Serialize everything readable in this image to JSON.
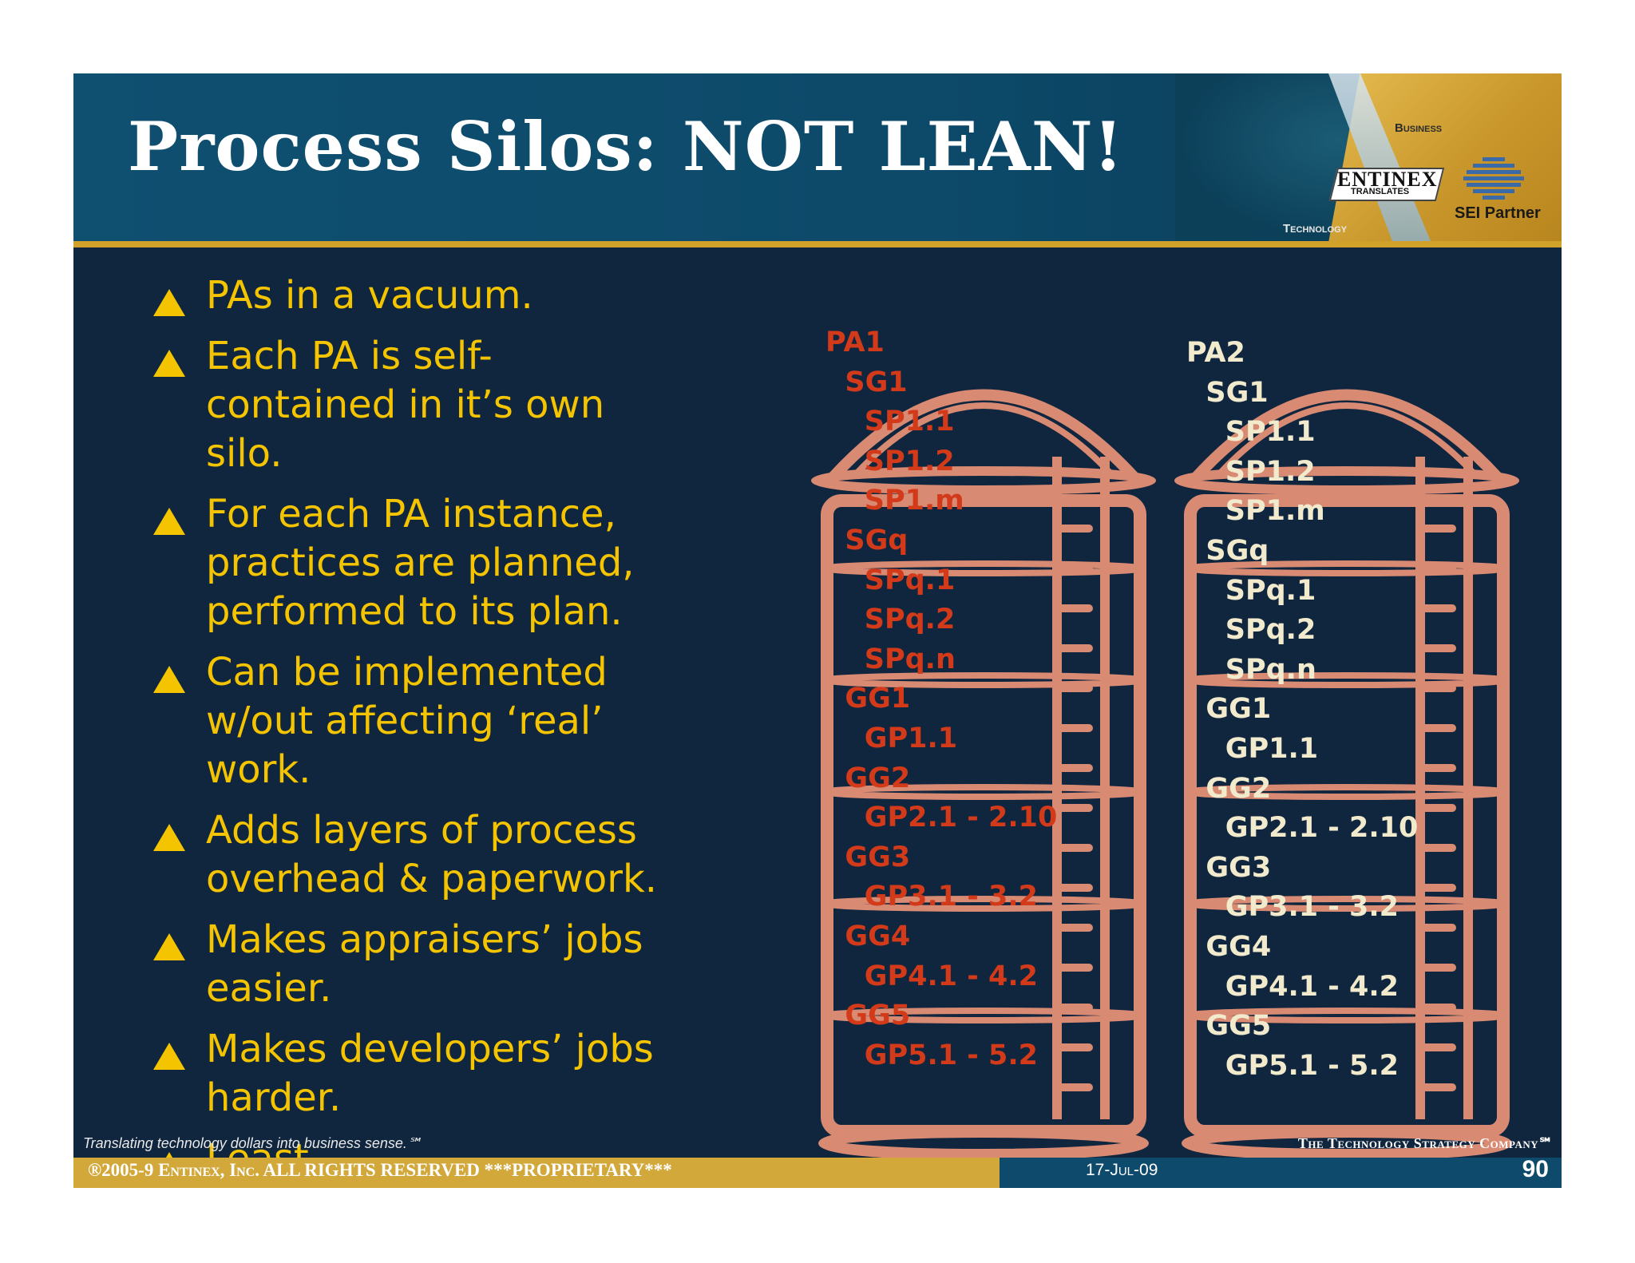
{
  "header": {
    "title": "Process Silos: NOT LEAN!",
    "logo": {
      "business_label": "Business",
      "technology_label": "Technology",
      "company_name": "ENTINEX",
      "company_sub": "TRANSLATES",
      "partner_label": "SEI Partner"
    }
  },
  "bullets": [
    "PAs in a vacuum.",
    "Each PA is self-contained in it’s own silo.",
    "For each PA instance, practices are planned, performed to its plan.",
    "Can be implemented w/out affecting ‘real’ work.",
    "Adds layers of process overhead & paperwork.",
    "Makes appraisers’ jobs easier.",
    "Makes developers’ jobs harder.",
    "Least “Institutionalization”"
  ],
  "silo1": {
    "lines": [
      "PA1",
      "  SG1",
      "    SP1.1",
      "    SP1.2",
      "    SP1.m",
      "  SGq",
      "    SPq.1",
      "    SPq.2",
      "    SPq.n",
      "  GG1",
      "    GP1.1",
      "  GG2",
      "    GP2.1 - 2.10",
      "  GG3",
      "    GP3.1 - 3.2",
      "  GG4",
      "    GP4.1 - 4.2",
      "  GG5",
      "    GP5.1 - 5.2"
    ],
    "color": "#d23a1a"
  },
  "silo2": {
    "lines": [
      "PA2",
      "  SG1",
      "    SP1.1",
      "    SP1.2",
      "    SP1.m",
      "  SGq",
      "    SPq.1",
      "    SPq.2",
      "    SPq.n",
      "  GG1",
      "    GP1.1",
      "  GG2",
      "    GP2.1 - 2.10",
      "  GG3",
      "    GP3.1 - 3.2",
      "  GG4",
      "    GP4.1 - 4.2",
      "  GG5",
      "    GP5.1 - 5.2"
    ],
    "color": "#f2eacc"
  },
  "silo_outline_color": "#d98a72",
  "footer": {
    "tagline": "Translating technology dollars into business sense.℠",
    "company": "The Technology Strategy Company℠",
    "copyright": "®2005-9 Entinex, Inc. ALL RIGHTS RESERVED  ***PROPRIETARY***",
    "date": "17-Jul-09",
    "page_number": "90"
  },
  "icons": {
    "bullet": "triangle-bullet-icon",
    "globe": "sei-globe-icon"
  },
  "colors": {
    "header_bg": "#0f4f70",
    "body_bg": "#10263f",
    "bullet_text": "#f5c400",
    "accent_gold": "#d2a12a"
  }
}
